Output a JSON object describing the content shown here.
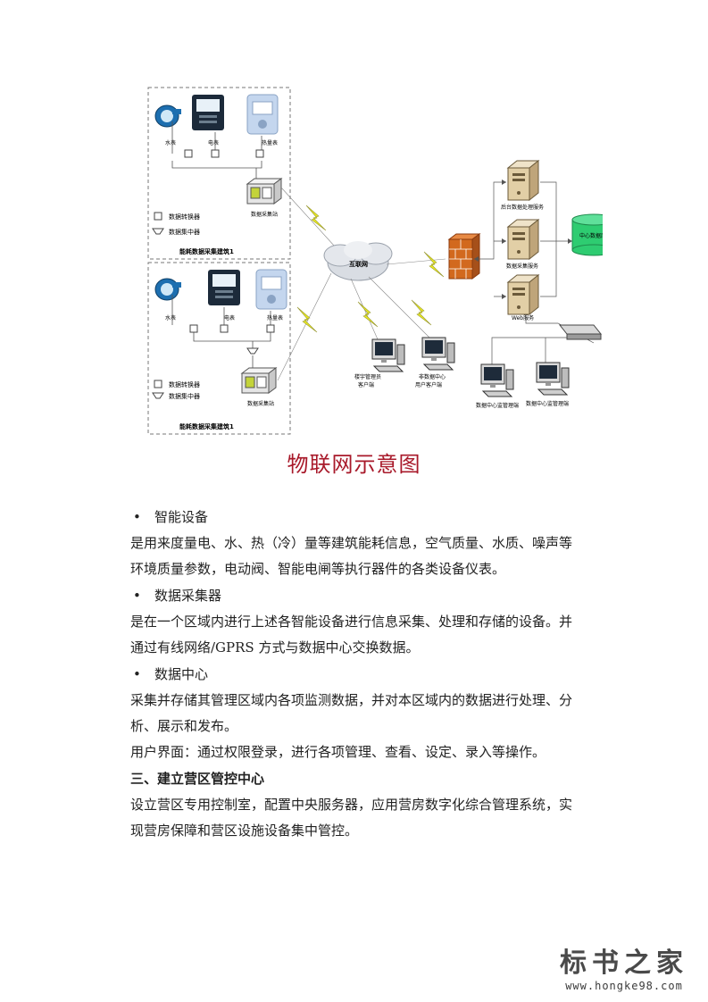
{
  "diagram": {
    "building1": {
      "title": "能耗数据采集建筑1",
      "water_meter": "水表",
      "electric_meter": "电表",
      "heat_meter": "热量表",
      "collector": "数据采集站",
      "legend_converter": "数据转换器",
      "legend_concentrator": "数据集中器"
    },
    "building2": {
      "title": "能耗数据采集建筑1",
      "water_meter": "水表",
      "electric_meter": "电表",
      "heat_meter": "热量表",
      "collector": "数据采集站",
      "legend_converter": "数据转换器",
      "legend_concentrator": "数据集中器"
    },
    "internet": "互联网",
    "server_backend": "后台数据处理服务",
    "server_collect": "数据采集服务",
    "server_web": "Web服务",
    "database": "中心数据库",
    "client_building_l1": "楼宇管理员",
    "client_building_l2": "客户端",
    "client_nondc_l1": "非数据中心",
    "client_nondc_l2": "用户客户端",
    "client_monitor_1": "数据中心监管理端",
    "client_monitor_2": "数据中心监管理端"
  },
  "caption": "物联网示意图",
  "sections": {
    "s1_title": "智能设备",
    "s1_line1": "是用来度量电、水、热（冷）量等建筑能耗信息，空气质量、水质、噪声等",
    "s1_line2": "环境质量参数，电动阀、智能电闸等执行器件的各类设备仪表。",
    "s2_title": "数据采集器",
    "s2_line1": "是在一个区域内进行上述各智能设备进行信息采集、处理和存储的设备。并",
    "s2_line2": "通过有线网络/GPRS 方式与数据中心交换数据。",
    "s3_title": "数据中心",
    "s3_line1": "采集并存储其管理区域内各项监测数据，并对本区域内的数据进行处理、分",
    "s3_line2": "析、展示和发布。",
    "ui_line": "用户界面：通过权限登录，进行各项管理、查看、设定、录入等操作。",
    "heading": "三、建立营区管控中心",
    "p_line1": "设立营区专用控制室，配置中央服务器，应用营房数字化综合管理系统，实",
    "p_line2": "现营房保障和营区设施设备集中管控。"
  },
  "logo": {
    "title": "标书之家",
    "url": "www.hongke98.com"
  },
  "colors": {
    "caption": "#a8192a",
    "bolt": "#e8e82a",
    "firewall": "#d2691e",
    "database": "#2ecc71"
  }
}
